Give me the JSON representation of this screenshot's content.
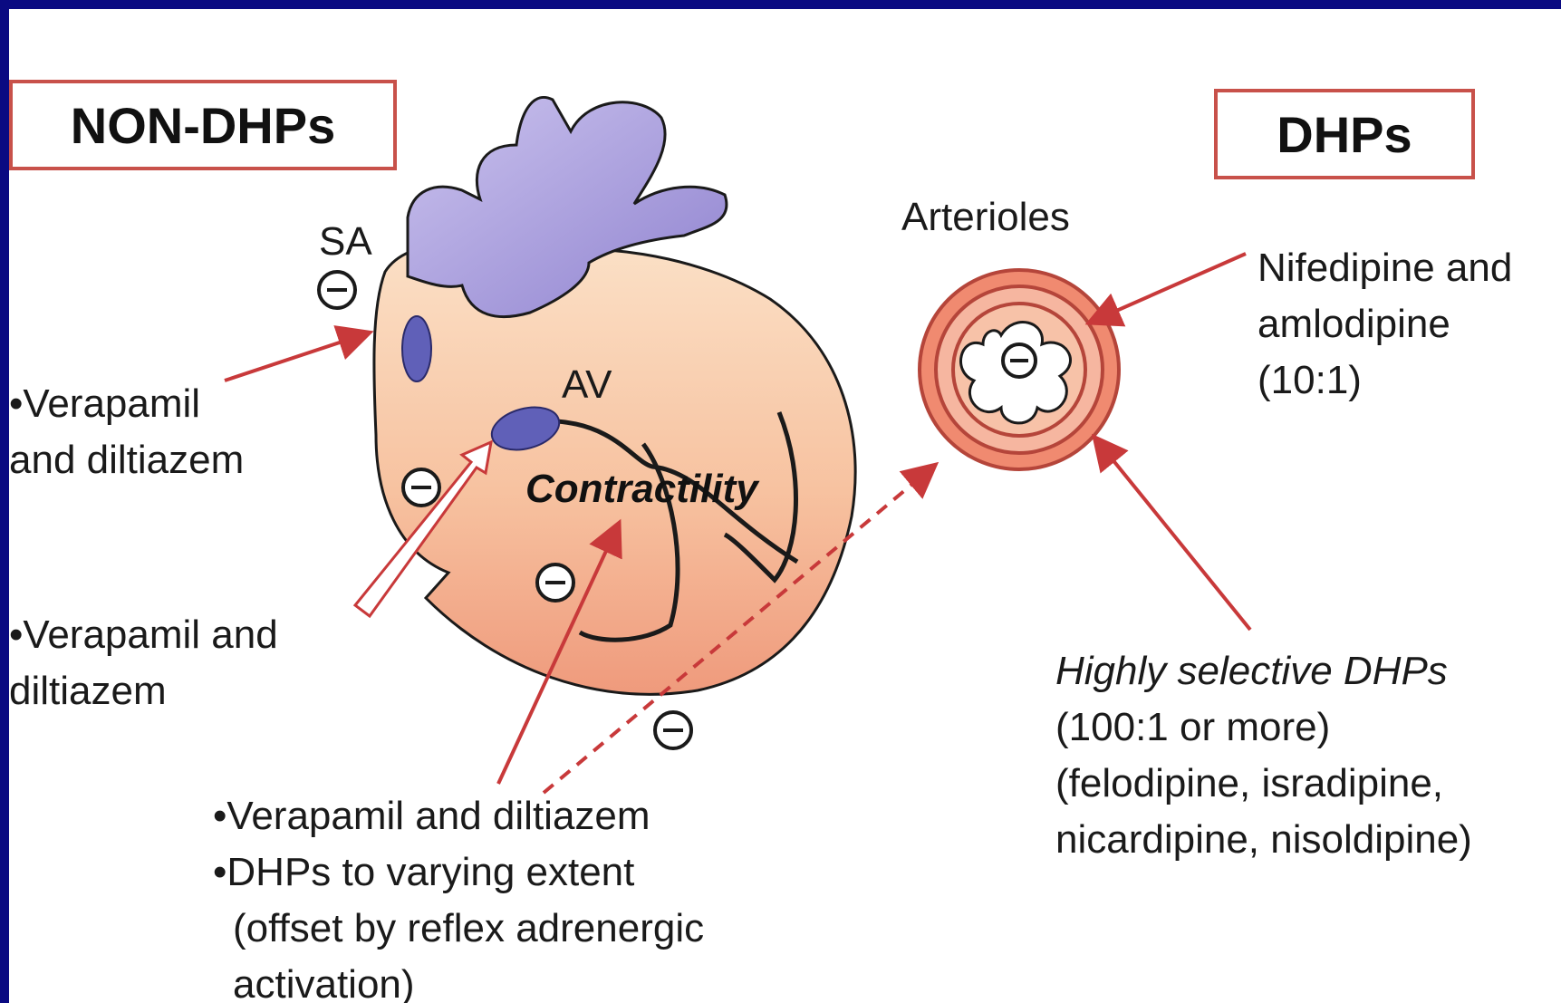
{
  "left_box": {
    "label": "NON-DHPs"
  },
  "right_box": {
    "label": "DHPs"
  },
  "heart": {
    "sa_label": "SA",
    "av_label": "AV",
    "contractility_label": "Contractility",
    "inhibit_symbol": "−"
  },
  "arterioles": {
    "label": "Arterioles",
    "inhibit_symbol": "−"
  },
  "notes": {
    "sa_note": [
      "•Verapamil",
      "and diltiazem"
    ],
    "av_note": [
      "•Verapamil and",
      "diltiazem"
    ],
    "contractility_note": [
      "•Verapamil and diltiazem",
      "•DHPs to varying extent",
      "(offset by reflex adrenergic",
      "activation)"
    ],
    "nifedipine_note": [
      "Nifedipine and",
      "amlodipine",
      "(10:1)"
    ],
    "selective_note": [
      "Highly selective DHPs",
      "(100:1 or more)",
      "(felodipine, isradipine,",
      "nicardipine, nisoldipine)"
    ]
  },
  "colors": {
    "frame": "#0a0a82",
    "box_border": "#c8514a",
    "arrow": "#c8393a",
    "heart_peach": "#f7c9a8",
    "vessel_purple": "#b6abe0",
    "node_blue": "#6060b8"
  }
}
